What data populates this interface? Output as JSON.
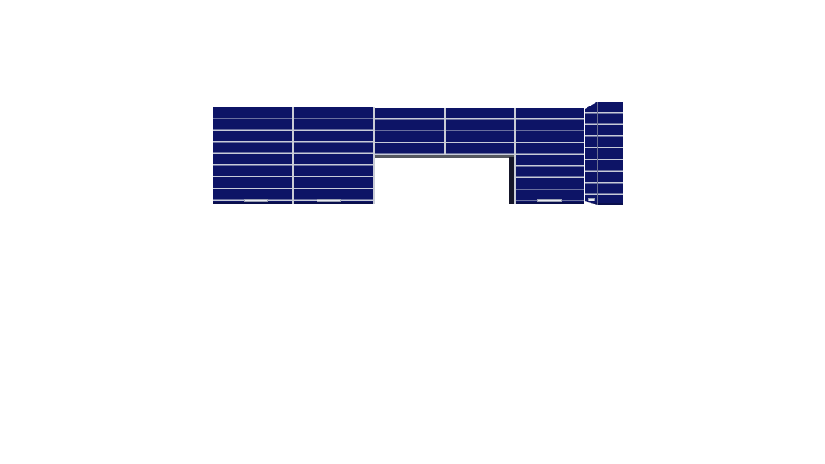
{
  "scene": {
    "subject": "wall-cabinet-row",
    "colors": {
      "background": "#ffffff",
      "cabinet_front": "#0d1466",
      "groove": "#c7cbd8",
      "handle": "#e9ebf2"
    },
    "cabinets": [
      {
        "name": "cabinet-left-1",
        "type": "tall",
        "handle": true
      },
      {
        "name": "cabinet-left-2",
        "type": "tall",
        "handle": true
      },
      {
        "name": "cabinet-bridge-1",
        "type": "short",
        "handle": false
      },
      {
        "name": "cabinet-bridge-2",
        "type": "short",
        "handle": false
      },
      {
        "name": "cabinet-right-1",
        "type": "tall",
        "handle": true
      },
      {
        "name": "cabinet-corner",
        "type": "tall-angled",
        "handle": true
      }
    ]
  }
}
